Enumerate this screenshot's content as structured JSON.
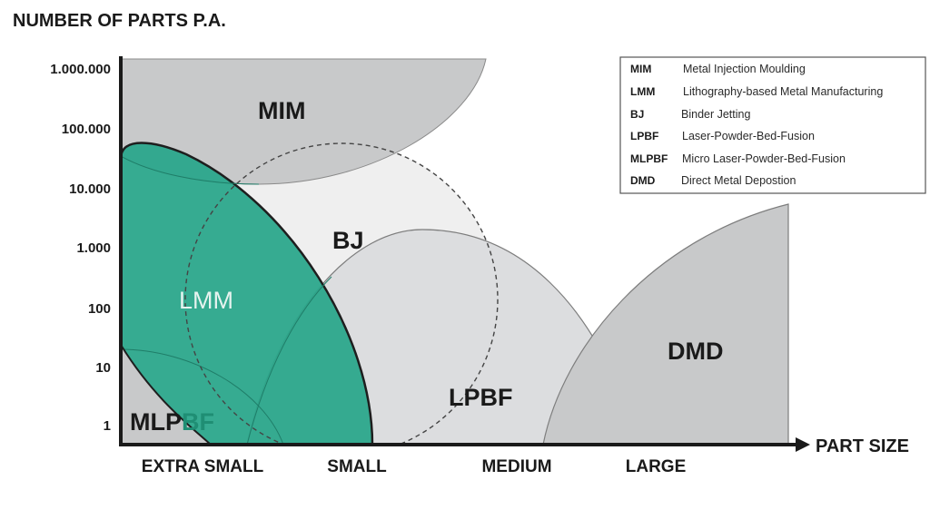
{
  "y_axis_title": "NUMBER OF PARTS P.A.",
  "x_axis_title": "PART SIZE",
  "y_ticks": [
    "1.000.000",
    "100.000",
    "10.000",
    "1.000",
    "100",
    "10",
    "1"
  ],
  "x_categories": [
    "EXTRA SMALL",
    "SMALL",
    "MEDIUM",
    "LARGE"
  ],
  "regions": {
    "mim": "MIM",
    "bj": "BJ",
    "lmm": "LMM",
    "lpbf": "LPBF",
    "dmd": "DMD",
    "mlpbf_a": "MLP",
    "mlpbf_b": "BF"
  },
  "legend": [
    {
      "abbr": "MIM",
      "desc": "Metal Injection Moulding"
    },
    {
      "abbr": "LMM",
      "desc": "Lithography-based Metal Manufacturing"
    },
    {
      "abbr": "BJ",
      "desc": "Binder Jetting"
    },
    {
      "abbr": "LPBF",
      "desc": "Laser-Powder-Bed-Fusion"
    },
    {
      "abbr": "MLPBF",
      "desc": "Micro Laser-Powder-Bed-Fusion"
    },
    {
      "abbr": "DMD",
      "desc": "Direct Metal Depostion"
    }
  ],
  "colors": {
    "lmm": "#2ba68b",
    "gray_region": "#c8c9ca",
    "lpbf": "#dcdddf",
    "bj": "#efefef",
    "axis": "#1a1a1a"
  }
}
